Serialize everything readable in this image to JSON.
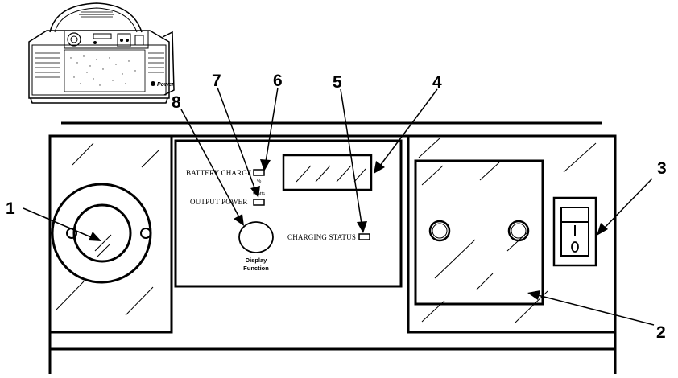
{
  "product": {
    "brand": "Power"
  },
  "panel": {
    "battery_charge_label": "BATTERY CHARGE",
    "battery_unit": "%",
    "output_power_label": "OUTPUT POWER",
    "output_unit": "Watts",
    "charging_status_label": "CHARGING STATUS",
    "button_label_line1": "Display",
    "button_label_line2": "Function"
  },
  "callouts": [
    "1",
    "2",
    "3",
    "4",
    "5",
    "6",
    "7",
    "8"
  ]
}
